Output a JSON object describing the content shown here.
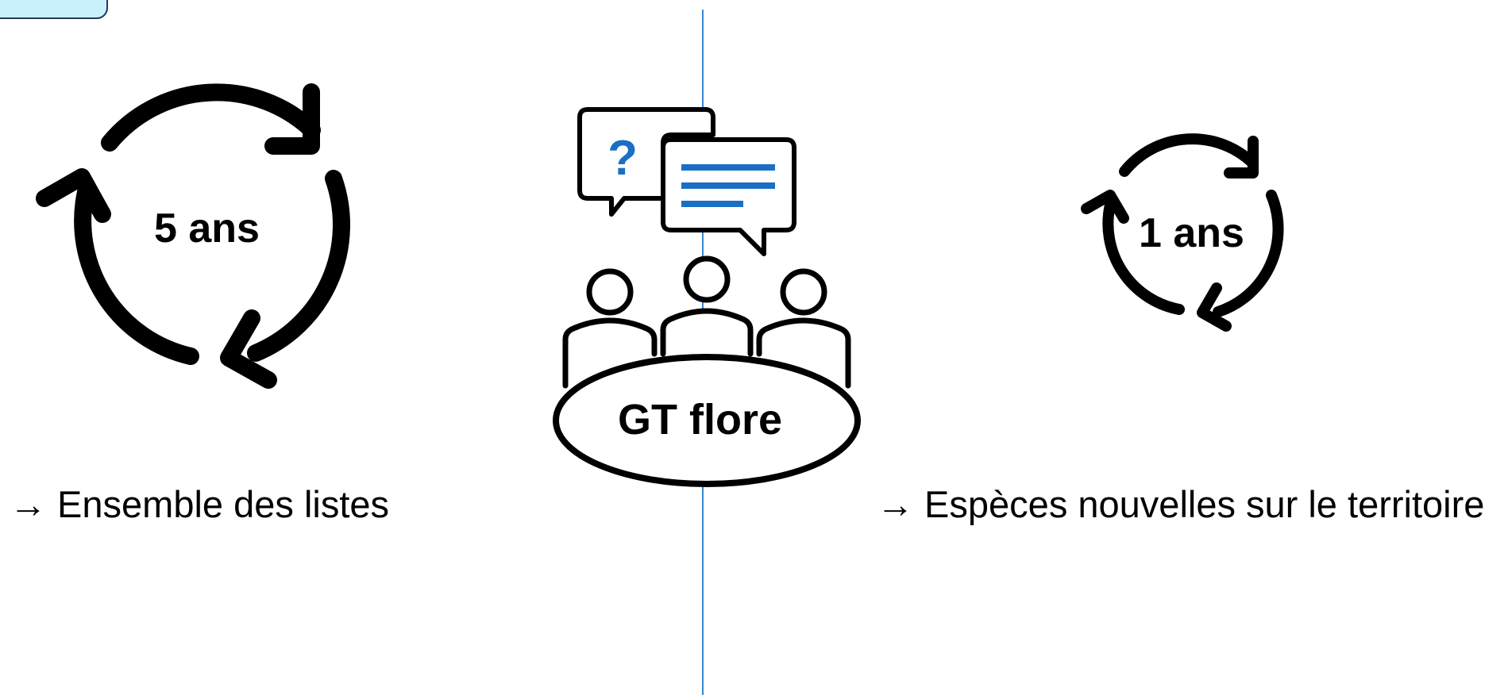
{
  "left_cycle": {
    "label": "5 ans",
    "icon": "cycle-arrows-icon"
  },
  "right_cycle": {
    "label": "1 ans",
    "icon": "cycle-arrows-icon"
  },
  "center": {
    "label": "GT flore",
    "icon": "meeting-discussion-icon"
  },
  "captions": {
    "left": "→ Ensemble des listes",
    "right": "→ Espèces nouvelles sur le territoire"
  },
  "colors": {
    "accent": "#1a6fc4",
    "divider": "#3b86d6",
    "tag_fill": "#c8f1fb",
    "ink": "#000000"
  }
}
